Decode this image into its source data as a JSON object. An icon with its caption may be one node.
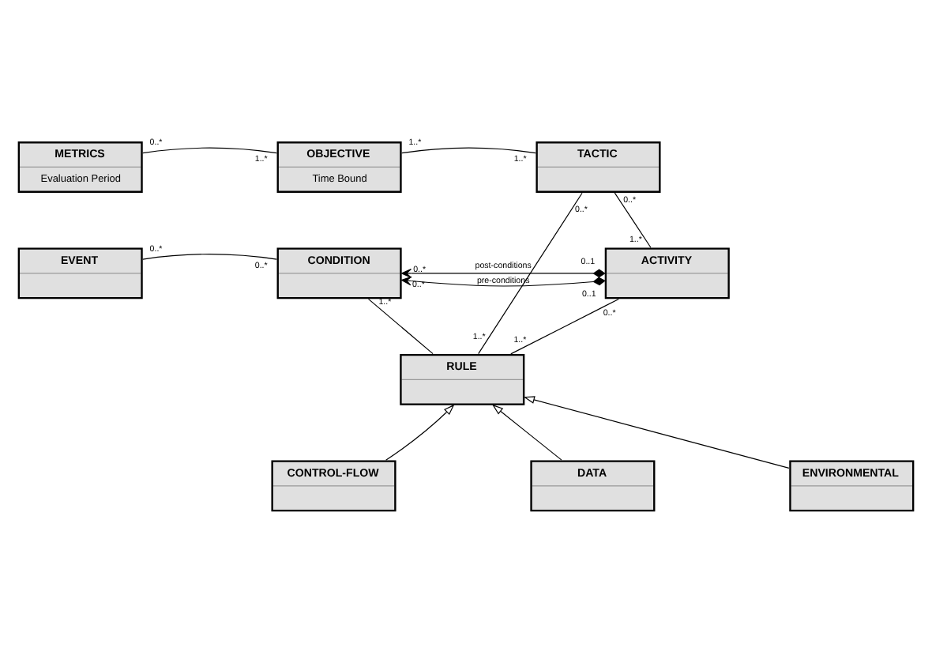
{
  "diagram": {
    "nodes": [
      {
        "text": [
          "METRICS",
          "Evaluation Period"
        ]
      },
      {
        "text": [
          "OBJECTIVE",
          "Time Bound"
        ]
      },
      {
        "text": [
          "TACTIC"
        ]
      },
      {
        "text": [
          "EVENT"
        ]
      },
      {
        "text": [
          "CONDITION"
        ]
      },
      {
        "text": [
          "ACTIVITY"
        ]
      },
      {
        "text": [
          "RULE"
        ]
      },
      {
        "text": [
          "CONTROL-FLOW"
        ]
      },
      {
        "text": [
          "DATA"
        ]
      },
      {
        "text": [
          "ENVIRONMENTAL"
        ]
      }
    ],
    "edges": [
      {
        "from": 0,
        "to": 1,
        "arrow": "none"
      },
      {
        "from": 1,
        "to": 2,
        "arrow": "none"
      },
      {
        "from": 2,
        "to": 5,
        "arrow": "none"
      },
      {
        "from": 3,
        "to": 4,
        "arrow": "none"
      },
      {
        "from": 5,
        "to": 4,
        "arrow": "to",
        "label": "pre-conditions"
      },
      {
        "from": 5,
        "to": 4,
        "arrow": "to",
        "label": "post-conditions"
      },
      {
        "from": 4,
        "to": 6,
        "arrow": "none"
      },
      {
        "from": 5,
        "to": 6,
        "arrow": "none"
      },
      {
        "from": 2,
        "to": 6,
        "arrow": "none"
      },
      {
        "from": 7,
        "to": 6,
        "arrow": "to"
      },
      {
        "from": 8,
        "to": 6,
        "arrow": "to"
      },
      {
        "from": 9,
        "to": 6,
        "arrow": "to"
      }
    ],
    "labels": [
      "0..*",
      "1..*",
      "1..*",
      "1..*",
      "0..*",
      "0..*",
      "1..*",
      "0..*",
      "0..*",
      "0..*",
      "0..1",
      "0..*",
      "0..1",
      "1..*",
      "0..*",
      "1..*",
      "1..*"
    ]
  }
}
